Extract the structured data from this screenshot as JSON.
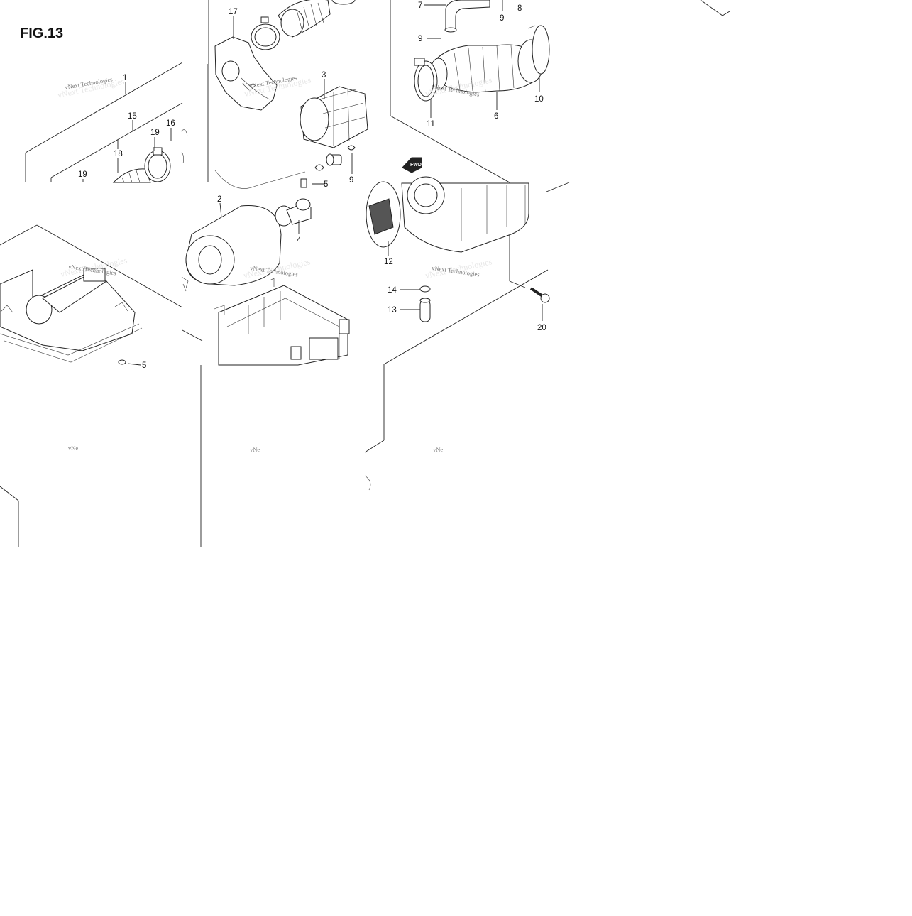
{
  "figure_title": "FIG.13",
  "callouts": [
    "1",
    "2",
    "3",
    "4",
    "5",
    "6",
    "7",
    "8",
    "9",
    "10",
    "11",
    "12",
    "13",
    "14",
    "15",
    "16",
    "17",
    "18",
    "19",
    "20"
  ],
  "watermark": "vNext Technologies",
  "watermark_fragment": "vNe",
  "direction_marker": "FWD"
}
